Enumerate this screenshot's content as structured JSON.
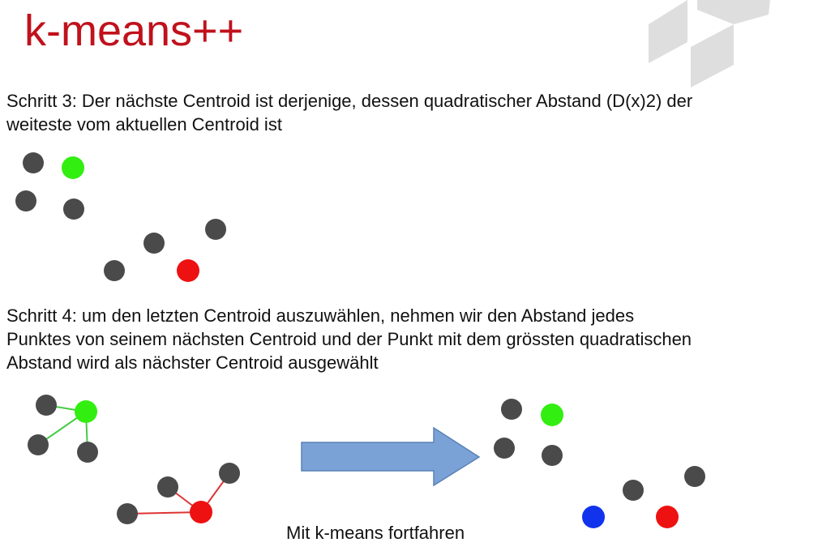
{
  "title": "k-means++",
  "step3": {
    "lines": [
      "Schritt 3: Der nächste Centroid ist derjenige, dessen quadratischer Abstand (D(x)2) der",
      "weiteste vom aktuellen Centroid ist"
    ]
  },
  "step4": {
    "lines": [
      "Schritt 4: um den letzten Centroid auszuwählen, nehmen wir den Abstand jedes",
      "Punktes von seinem nächsten Centroid und der Punkt mit dem grössten quadratischen",
      "Abstand wird als nächster Centroid ausgewählt"
    ]
  },
  "caption": "Mit k-means fortfahren",
  "icons": [
    "cube-logo-icon",
    "right-arrow-icon"
  ],
  "colors": {
    "title": "#c0111c",
    "point": "#4a4a4a",
    "centroid_green": "#33ee11",
    "centroid_red": "#ee1111",
    "centroid_blue": "#1133ee",
    "line_green": "#44cc44",
    "line_red": "#dd3333",
    "arrow_fill": "#7aa2d6",
    "arrow_stroke": "#5a82b6",
    "logo": "#dedede"
  }
}
